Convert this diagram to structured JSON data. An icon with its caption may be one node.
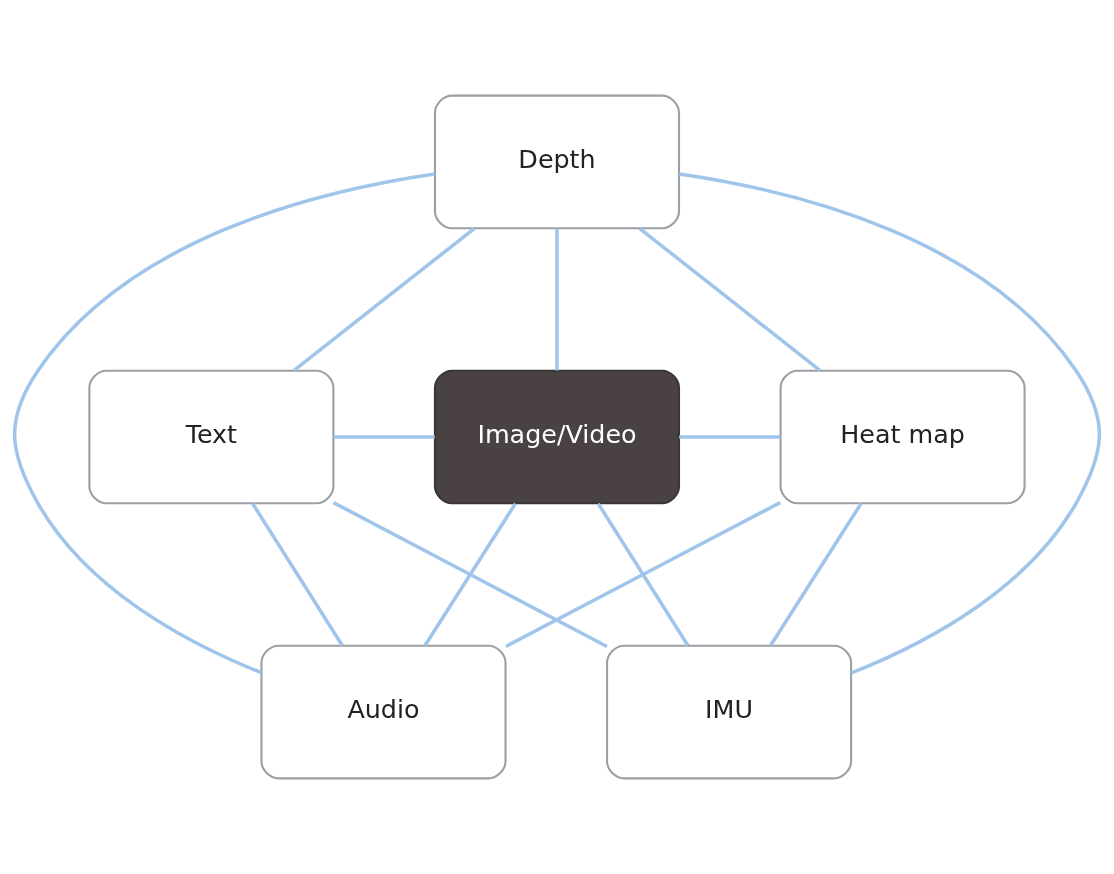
{
  "diagram": {
    "nodes": [
      {
        "text": [
          "Depth"
        ]
      },
      {
        "text": [
          "Text"
        ]
      },
      {
        "text": [
          "Image/Video"
        ]
      },
      {
        "text": [
          "Heat map"
        ]
      },
      {
        "text": [
          "Audio"
        ]
      },
      {
        "text": [
          "IMU"
        ]
      }
    ],
    "edges": [
      {
        "from": 0,
        "to": 1,
        "arrow": "none"
      },
      {
        "from": 0,
        "to": 3,
        "arrow": "none"
      },
      {
        "from": 0,
        "to": 2,
        "arrow": "none"
      },
      {
        "from": 0,
        "to": 4,
        "arrow": "none"
      },
      {
        "from": 0,
        "to": 5,
        "arrow": "none"
      },
      {
        "from": 1,
        "to": 2,
        "arrow": "none"
      },
      {
        "from": 2,
        "to": 3,
        "arrow": "none"
      },
      {
        "from": 1,
        "to": 4,
        "arrow": "none"
      },
      {
        "from": 1,
        "to": 5,
        "arrow": "none"
      },
      {
        "from": 2,
        "to": 4,
        "arrow": "none"
      },
      {
        "from": 2,
        "to": 5,
        "arrow": "none"
      },
      {
        "from": 3,
        "to": 4,
        "arrow": "none"
      },
      {
        "from": 3,
        "to": 5,
        "arrow": "none"
      }
    ]
  }
}
